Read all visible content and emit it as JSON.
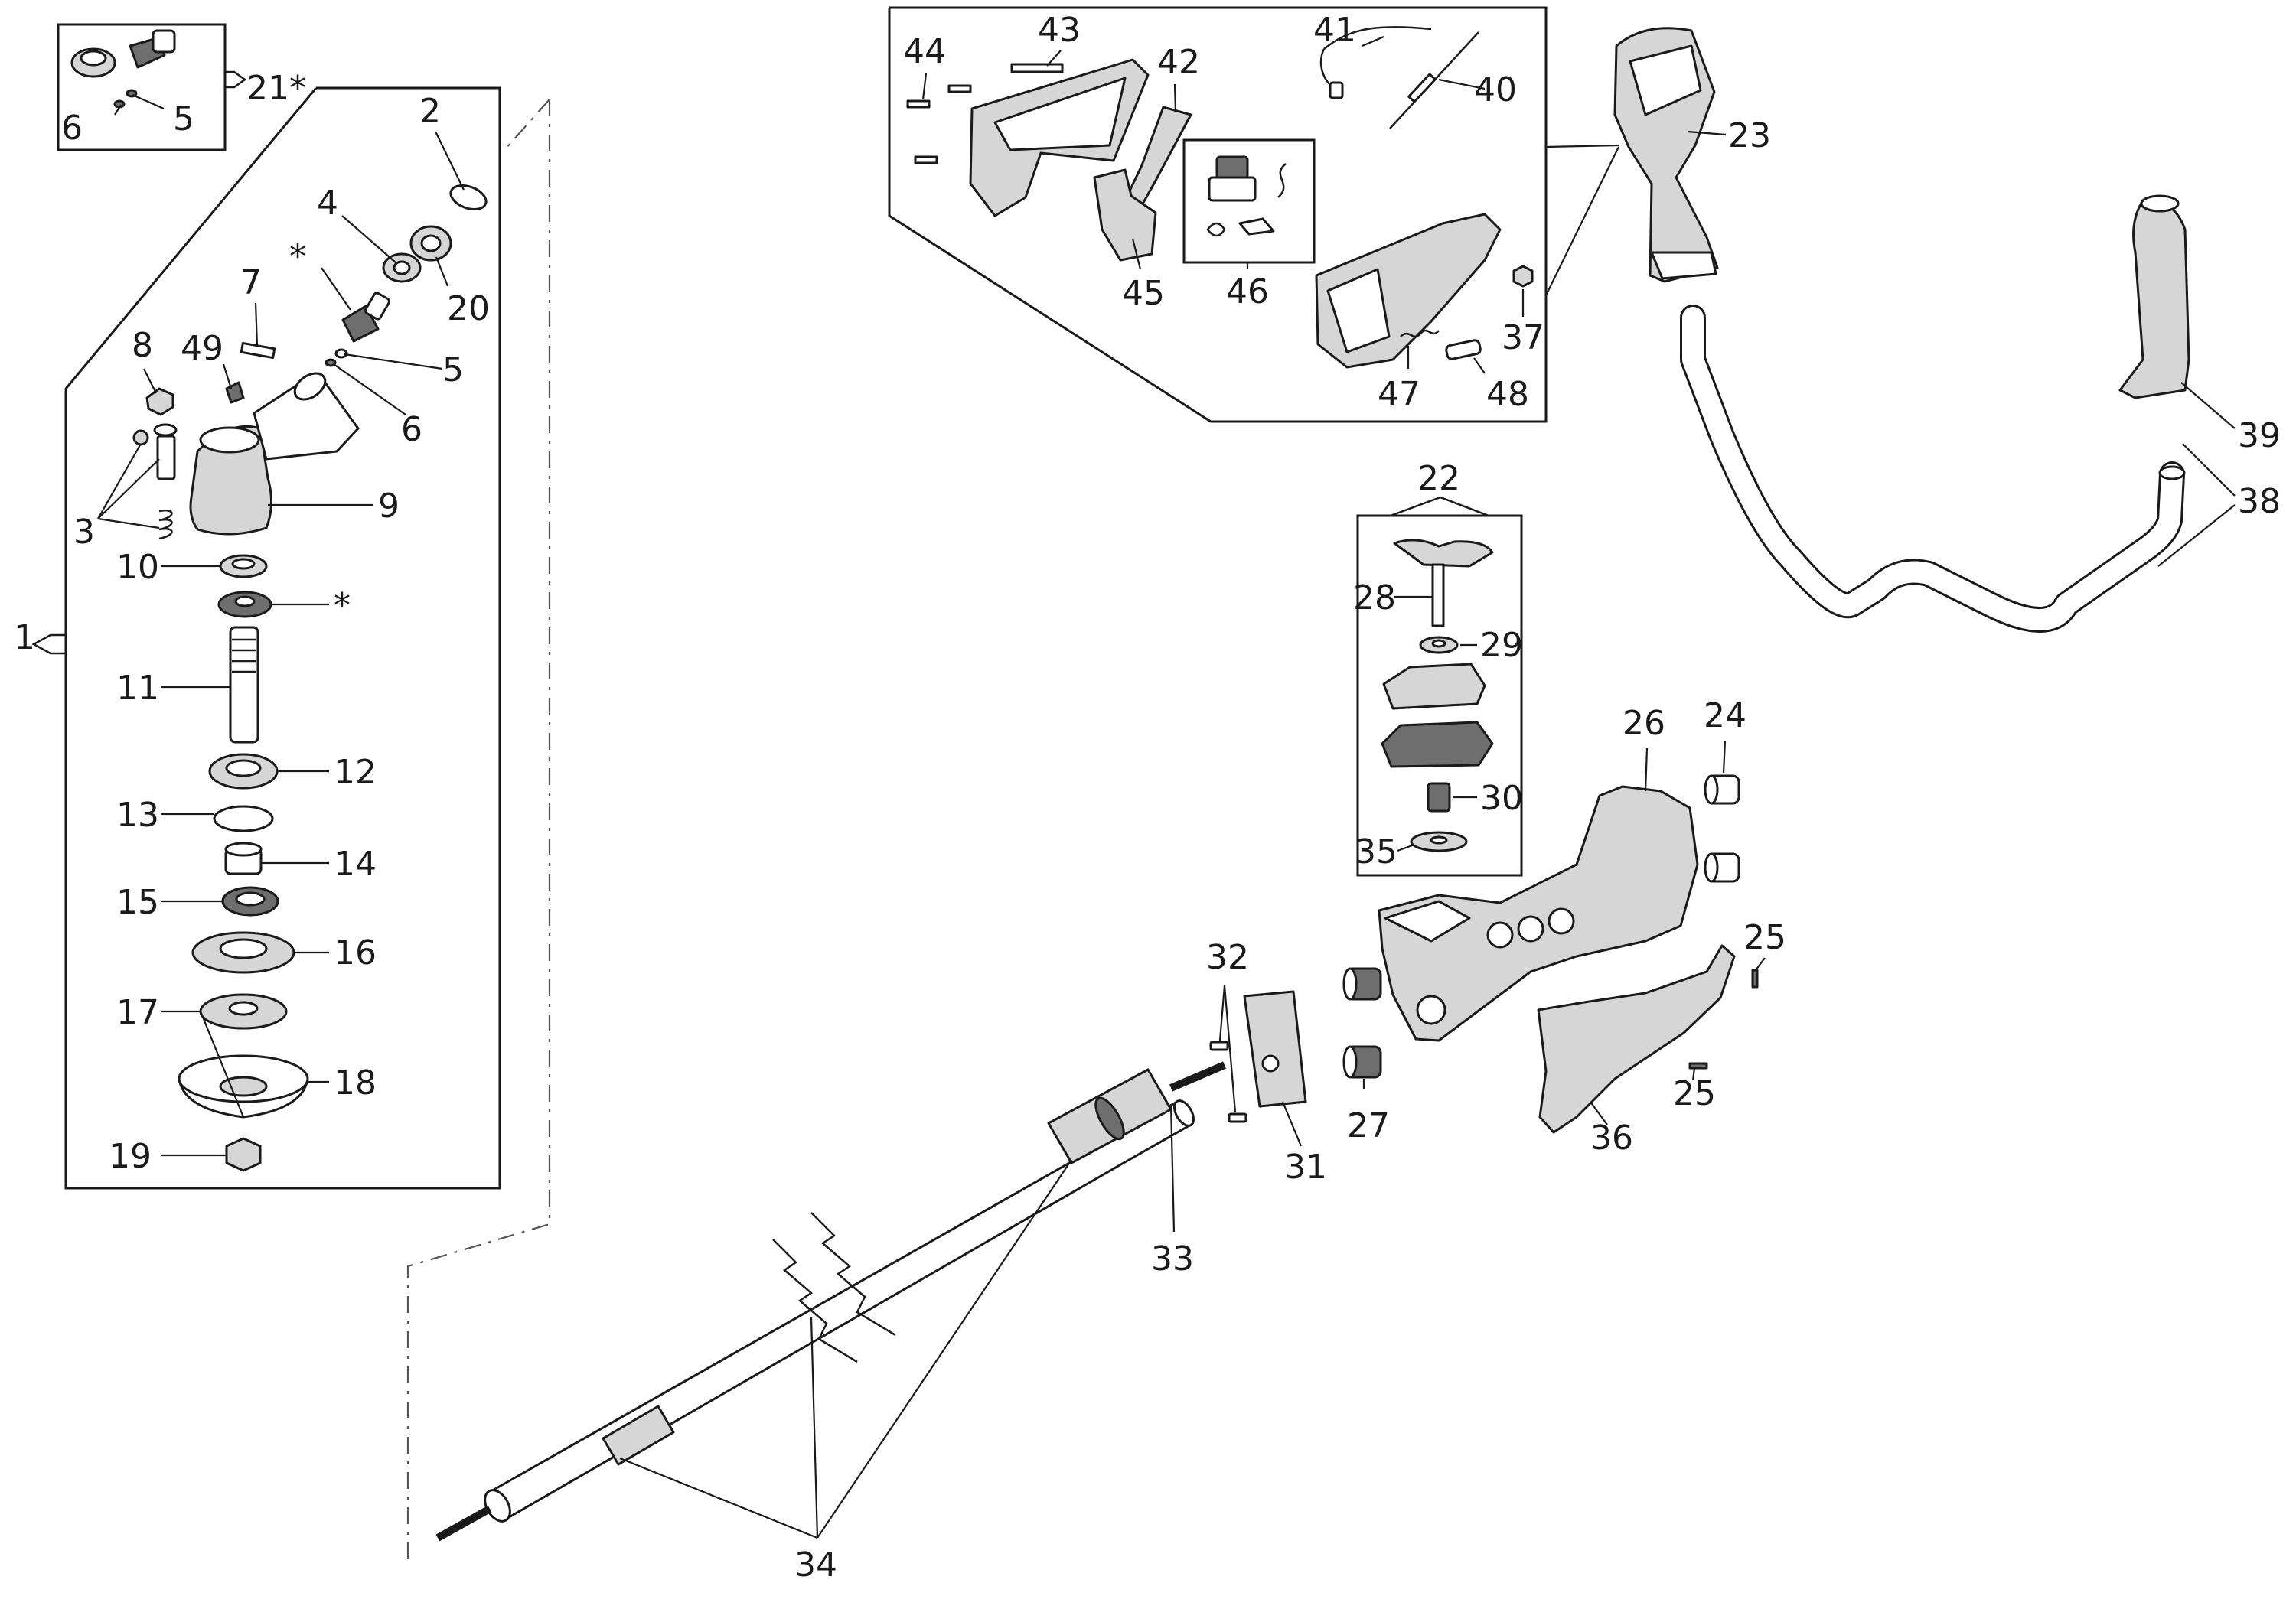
{
  "labels": {
    "l1": "1",
    "l2": "2",
    "l3": "3",
    "l4": "4",
    "l5a": "5",
    "l5b": "5",
    "l6a": "6",
    "l6b": "6",
    "l7": "7",
    "l8": "8",
    "l9": "9",
    "l10": "10",
    "l11": "11",
    "l12": "12",
    "l13": "13",
    "l14": "14",
    "l15": "15",
    "l16": "16",
    "l17": "17",
    "l18": "18",
    "l19": "19",
    "l20": "20",
    "l21": "21*",
    "l22": "22",
    "l23": "23",
    "l24": "24",
    "l25a": "25",
    "l25b": "25",
    "l26": "26",
    "l27": "27",
    "l28": "28",
    "l29": "29",
    "l30": "30",
    "l31": "31",
    "l32": "32",
    "l33": "33",
    "l34": "34",
    "l35": "35",
    "l36": "36",
    "l37": "37",
    "l38": "38",
    "l39": "39",
    "l40": "40",
    "l41": "41",
    "l42": "42",
    "l43": "43",
    "l44": "44",
    "l45": "45",
    "l46": "46",
    "l47": "47",
    "l48": "48",
    "l49": "49",
    "star1": "*",
    "star2": "*"
  }
}
